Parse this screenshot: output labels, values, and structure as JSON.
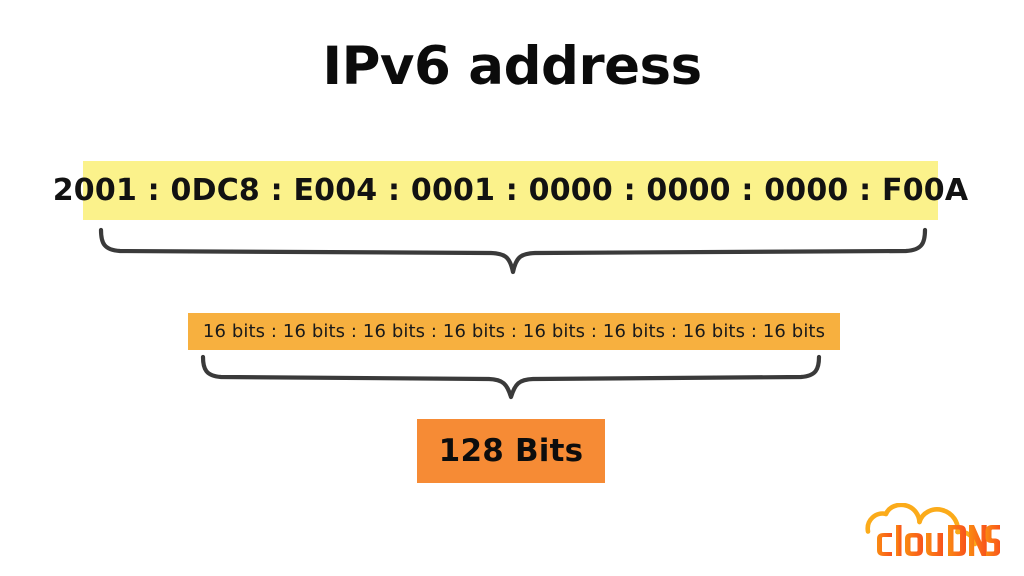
{
  "page": {
    "title": "IPv6 address",
    "background_color": "#ffffff"
  },
  "address": {
    "value": "2001 : 0DC8 : E004 : 0001 : 0000 : 0000 : 0000 : F00A",
    "groups": [
      "2001",
      "0DC8",
      "E004",
      "0001",
      "0000",
      "0000",
      "0000",
      "F00A"
    ],
    "separator": " : ",
    "highlight_color": "#fbf28b",
    "text_color": "#121212"
  },
  "bits_breakdown": {
    "value": "16 bits : 16 bits : 16 bits : 16 bits : 16 bits : 16 bits : 16 bits : 16 bits",
    "groups": [
      "16 bits",
      "16 bits",
      "16 bits",
      "16 bits",
      "16 bits",
      "16 bits",
      "16 bits",
      "16 bits"
    ],
    "separator": " : ",
    "highlight_color": "#f7b03f",
    "text_color": "#1a1a1a"
  },
  "total": {
    "value": "128 Bits",
    "highlight_color": "#f68b35",
    "text_color": "#0d0d0d"
  },
  "braces": {
    "stroke_color": "#3a3a3a",
    "top_label": "brace-grouping-address-to-bits",
    "bottom_label": "brace-grouping-bits-to-total"
  },
  "logo": {
    "name": "ClouDNS",
    "text_prefix": "Clou",
    "text_suffix": "DNS",
    "cloud_color": "#fbab1a",
    "text_gradient_start": "#f98b12",
    "text_gradient_end": "#f8531c"
  }
}
